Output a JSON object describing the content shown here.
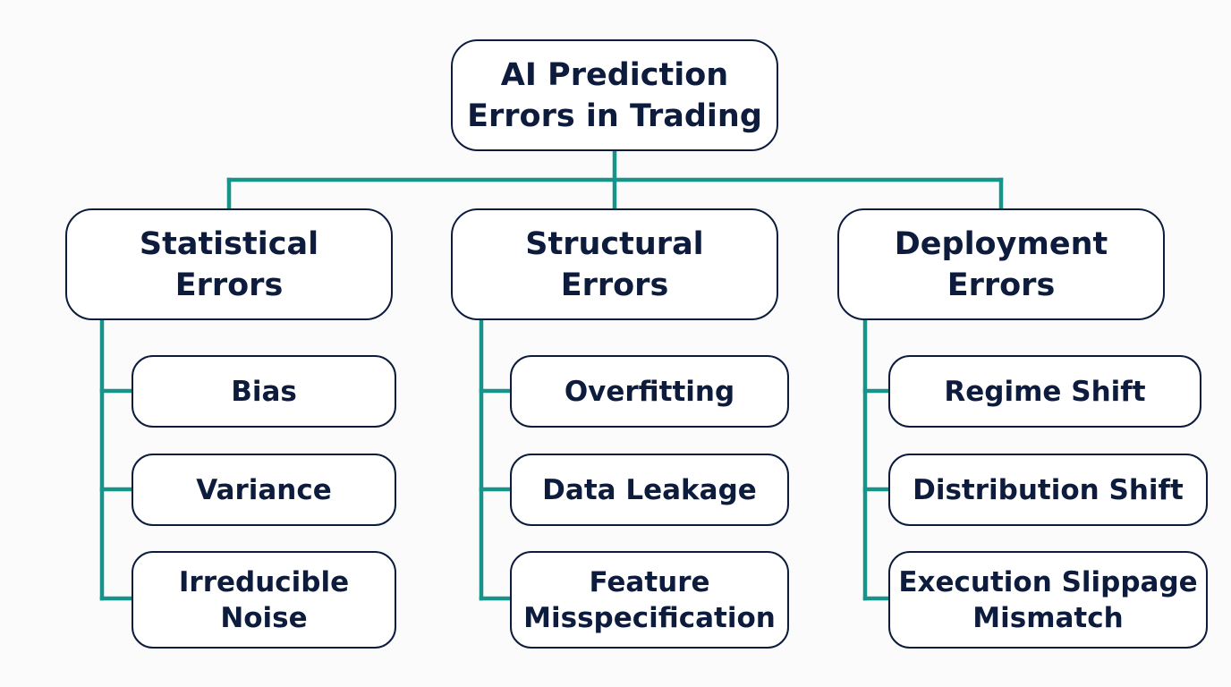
{
  "root": {
    "line1": "AI Prediction",
    "line2": "Errors in Trading"
  },
  "categories": [
    {
      "line1": "Statistical",
      "line2": "Errors",
      "items": [
        {
          "line1": "Bias",
          "line2": ""
        },
        {
          "line1": "Variance",
          "line2": ""
        },
        {
          "line1": "Irreducible",
          "line2": "Noise"
        }
      ]
    },
    {
      "line1": "Structural",
      "line2": "Errors",
      "items": [
        {
          "line1": "Overfitting",
          "line2": ""
        },
        {
          "line1": "Data Leakage",
          "line2": ""
        },
        {
          "line1": "Feature",
          "line2": "Misspecification"
        }
      ]
    },
    {
      "line1": "Deployment",
      "line2": "Errors",
      "items": [
        {
          "line1": "Regime Shift",
          "line2": ""
        },
        {
          "line1": "Distribution Shift",
          "line2": ""
        },
        {
          "line1": "Execution Slippage",
          "line2": "Mismatch"
        }
      ]
    }
  ],
  "colors": {
    "connector": "#17938a",
    "border": "#0d1b3d",
    "text": "#0d1b3d",
    "background": "#fbfbfb"
  }
}
